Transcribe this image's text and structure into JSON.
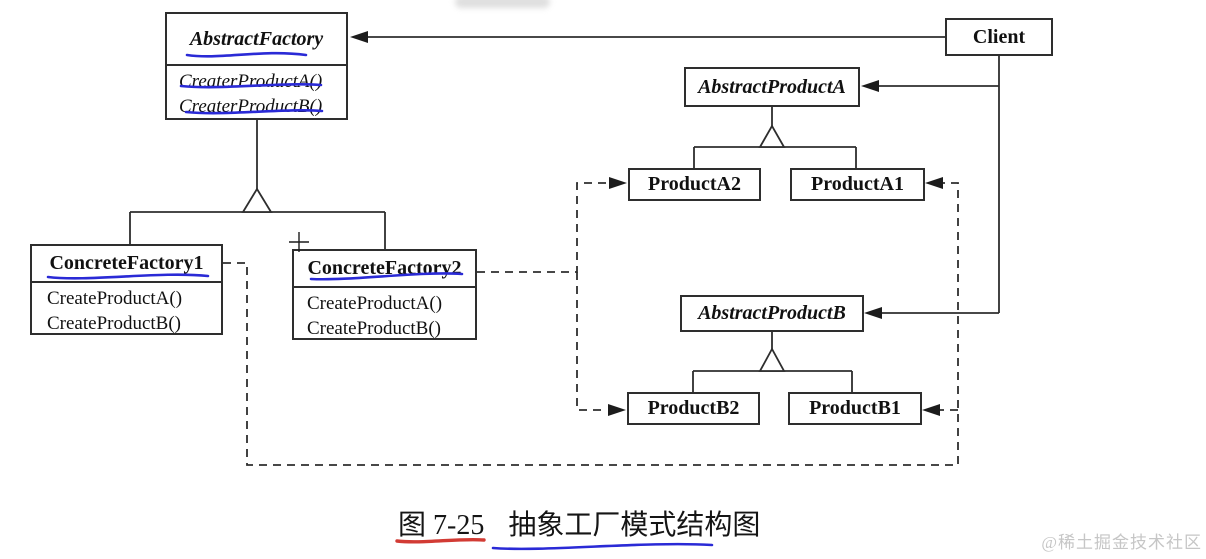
{
  "diagram": {
    "classes": {
      "abstract_factory": {
        "name": "AbstractFactory",
        "methods": [
          "CreaterProductA()",
          "CreaterProductB()"
        ]
      },
      "client": {
        "name": "Client"
      },
      "abstract_product_a": {
        "name": "AbstractProductA"
      },
      "product_a2": {
        "name": "ProductA2"
      },
      "product_a1": {
        "name": "ProductA1"
      },
      "abstract_product_b": {
        "name": "AbstractProductB"
      },
      "product_b2": {
        "name": "ProductB2"
      },
      "product_b1": {
        "name": "ProductB1"
      },
      "concrete_factory_1": {
        "name": "ConcreteFactory1",
        "methods": [
          "CreateProductA()",
          "CreateProductB()"
        ]
      },
      "concrete_factory_2": {
        "name": "ConcreteFactory2",
        "methods": [
          "CreateProductA()",
          "CreateProductB()"
        ]
      }
    },
    "caption": {
      "figure_label": "图 7-25",
      "title": "抽象工厂模式结构图"
    },
    "watermark": "@稀土掘金技术社区",
    "colors": {
      "line": "#2e2e2e",
      "annotation_blue": "#2a2ad6",
      "annotation_red": "#d23b34",
      "watermark_gray": "#c6c6c6"
    }
  }
}
